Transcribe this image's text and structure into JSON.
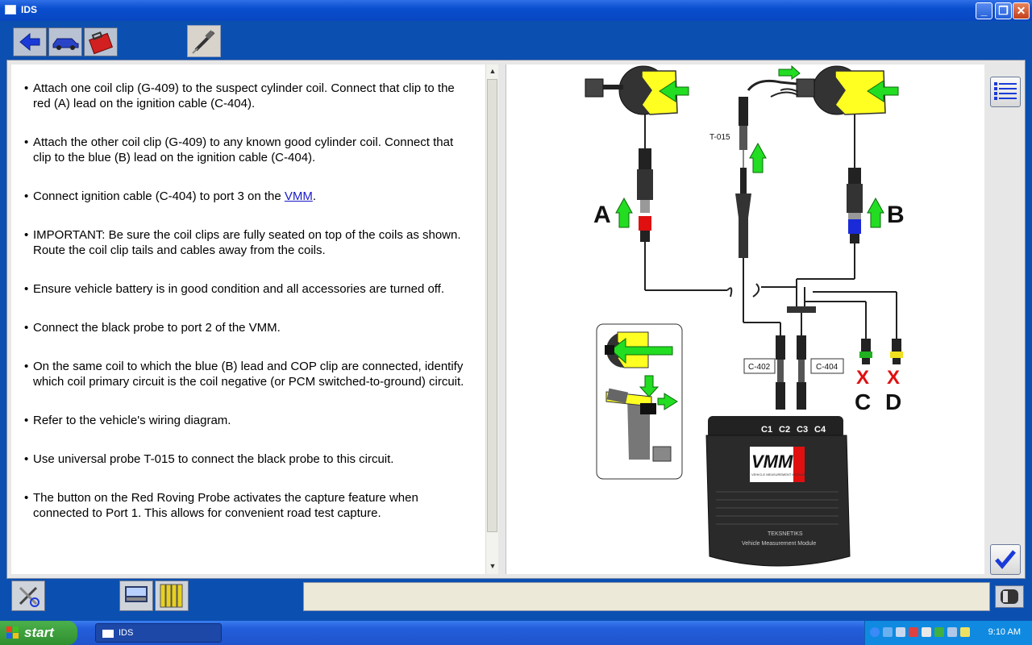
{
  "window": {
    "title": "IDS",
    "controls": {
      "minimize": "_",
      "maximize": "❐",
      "close": "✕"
    }
  },
  "toolbar": {
    "buttons": [
      {
        "name": "back-arrow-icon"
      },
      {
        "name": "vehicle-icon"
      },
      {
        "name": "toolbox-icon"
      },
      {
        "name": "probe-tool-icon",
        "active": true
      }
    ]
  },
  "instructions": [
    {
      "text": "Attach one coil clip (G-409) to the suspect cylinder coil.  Connect that clip to the red (A) lead on the ignition cable (C-404)."
    },
    {
      "text": "Attach the other coil clip (G-409) to any known good cylinder coil. Connect that clip to the blue (B) lead on the ignition cable (C-404)."
    },
    {
      "text_before": "Connect ignition cable (C-404) to port 3 on the ",
      "link": "VMM",
      "text_after": "."
    },
    {
      "text": "IMPORTANT: Be sure the coil clips are fully seated on top of the coils as shown. Route the coil clip tails and cables away from the coils."
    },
    {
      "text": "Ensure vehicle battery is in good condition and all accessories are turned off."
    },
    {
      "text": "Connect the black probe to port 2 of the VMM."
    },
    {
      "text": "On the same coil to which the blue (B) lead and COP clip are connected, identify which coil primary circuit is the coil negative (or PCM switched-to-ground) circuit."
    },
    {
      "text": "Refer to the vehicle's wiring diagram."
    },
    {
      "text": "Use universal probe T-015 to connect the black probe to this circuit."
    },
    {
      "text": "The button on the Red Roving Probe activates the capture feature when connected to Port 1. This allows for convenient road test capture."
    }
  ],
  "diagram": {
    "labels": {
      "probe": "T-015",
      "lead_a": "A",
      "lead_b": "B",
      "lead_c": "C",
      "lead_d": "D",
      "cable_1": "C-402",
      "cable_2": "C-404",
      "ports": [
        "C1",
        "C2",
        "C3",
        "C4"
      ],
      "device_logo": "VMM",
      "device_subtitle": "VEHICLE MEASUREMENT MODULE",
      "device_brand": "TEKSNETIKS",
      "device_footer": "Vehicle Measurement Module"
    },
    "colors": {
      "arrow": "#22dd22",
      "coil_clip": "#ffff22",
      "lead_a": "#e01010",
      "lead_b": "#1a2ad8",
      "lead_c": "#20b020",
      "lead_d": "#f0e020",
      "unused_x": "#e01010"
    }
  },
  "side_buttons": [
    {
      "name": "list-icon"
    },
    {
      "name": "checkmark-icon"
    }
  ],
  "bottombar": {
    "buttons": [
      {
        "name": "tools-settings-icon"
      },
      {
        "name": "media-controls-icon"
      },
      {
        "name": "abcd-channels-icon"
      }
    ],
    "status_text": ""
  },
  "taskbar": {
    "start_label": "start",
    "task_label": "IDS",
    "clock": "9:10 AM"
  }
}
